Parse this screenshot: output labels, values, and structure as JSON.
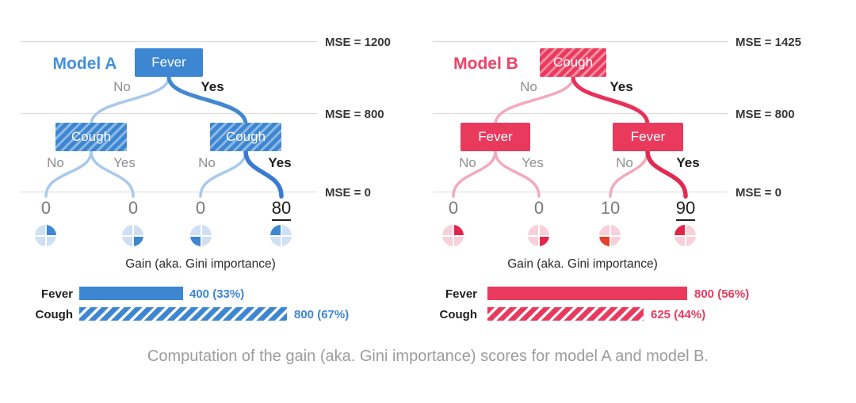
{
  "caption": "Computation of the gain (aka. Gini importance) scores for model A and model B.",
  "panels": [
    {
      "title": "Model A",
      "accent": "#3d86d2",
      "branch_light": "#a9c9ec",
      "mse": [
        "MSE = 1200",
        "MSE = 800",
        "MSE = 0"
      ],
      "root": {
        "label": "Fever",
        "no": "No",
        "yes": "Yes"
      },
      "nodes": [
        {
          "label": "Cough",
          "no": "No",
          "yes": "Yes"
        },
        {
          "label": "Cough",
          "no": "No",
          "yes": "Yes"
        }
      ],
      "leaves": [
        {
          "value": "0",
          "quad": "tr"
        },
        {
          "value": "0",
          "quad": "br"
        },
        {
          "value": "0",
          "quad": "bl"
        },
        {
          "value": "80",
          "quad": "tl"
        }
      ],
      "gain_title": "Gain (aka. Gini importance)",
      "bars": [
        {
          "label": "Fever",
          "value": 400,
          "text": "400 (33%)",
          "style": "solid"
        },
        {
          "label": "Cough",
          "value": 800,
          "text": "800 (67%)",
          "style": "hatched"
        }
      ]
    },
    {
      "title": "Model B",
      "accent": "#e93a5e",
      "branch_light": "#f3aabb",
      "mse": [
        "MSE = 1425",
        "MSE = 800",
        "MSE = 0"
      ],
      "root": {
        "label": "Cough",
        "no": "No",
        "yes": "Yes"
      },
      "nodes": [
        {
          "label": "Fever",
          "no": "No",
          "yes": "Yes"
        },
        {
          "label": "Fever",
          "no": "No",
          "yes": "Yes"
        }
      ],
      "leaves": [
        {
          "value": "0",
          "quad": "tr"
        },
        {
          "value": "0",
          "quad": "br"
        },
        {
          "value": "10",
          "quad": "bl alt"
        },
        {
          "value": "90",
          "quad": "tl"
        }
      ],
      "gain_title": "Gain (aka. Gini importance)",
      "bars": [
        {
          "label": "Fever",
          "value": 800,
          "text": "800 (56%)",
          "style": "solid"
        },
        {
          "label": "Cough",
          "value": 625,
          "text": "625 (44%)",
          "style": "hatched"
        }
      ]
    }
  ]
}
